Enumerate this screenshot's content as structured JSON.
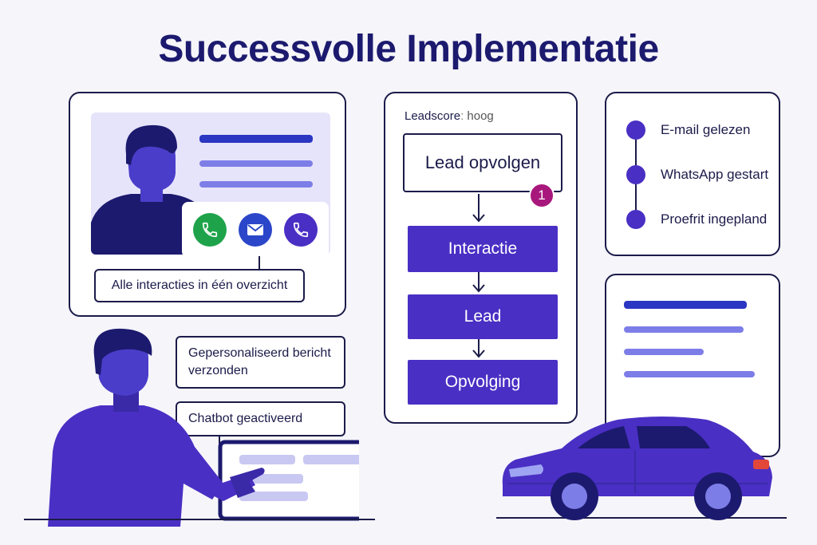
{
  "title": "Successvolle Implementatie",
  "overview_label": "Alle interacties in één overzicht",
  "contact_icons": [
    "phone-icon",
    "mail-icon",
    "chat-phone-icon"
  ],
  "flow": {
    "leadscore_label": "Leadscore",
    "leadscore_value": "hoog",
    "top_box": "Lead opvolgen",
    "badge": "1",
    "steps": [
      "Interactie",
      "Lead",
      "Opvolging"
    ]
  },
  "timeline": [
    "E-mail gelezen",
    "WhatsApp gestart",
    "Proefrit ingepland"
  ],
  "messages": {
    "personalized": "Gepersonaliseerd bericht verzonden",
    "chatbot": "Chatbot geactiveerd"
  },
  "colors": {
    "navy": "#1c1a6e",
    "purple": "#4a2fc4",
    "lavender": "#e6e4fa",
    "green": "#1ea34a",
    "blue": "#2b46c9",
    "magenta": "#a8187c"
  }
}
